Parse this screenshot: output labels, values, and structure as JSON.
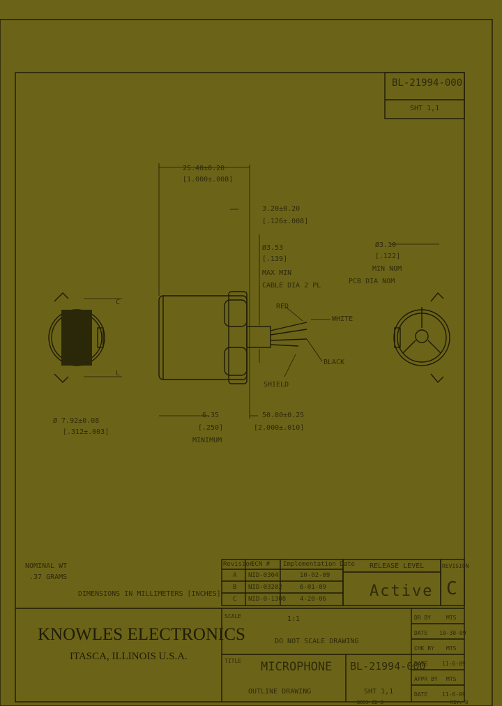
{
  "doc_number_top": "BL-21994-000",
  "sheet_top": "SHT 1,1",
  "dims": {
    "top_width_mm": "25.40±0.20",
    "top_width_in": "[1.000±.008]",
    "offset_mm": "3.20±0.20",
    "offset_in": "[.126±.008]",
    "wire_dia_mm": "Ø3.53",
    "wire_dia_in": "[.139]",
    "wire_dia_note1": "MAX MIN",
    "wire_dia_note2": "CABLE DIA 2 PL",
    "right_dia_mm": "Ø3.10",
    "right_dia_in": "[.122]",
    "right_dia_note1": "MIN NOM",
    "right_dia_note2": "PCB DIA NOM",
    "body_dia_mm": "Ø 7.92±0.08",
    "body_dia_in": "[.312±.003]",
    "lead_mm": "6.35",
    "lead_in": "[.250]",
    "lead_note": "MINIMUM",
    "length_mm": "50.80±0.25",
    "length_in": "[2.000±.010]"
  },
  "labels": {
    "red": "RED",
    "white": "WHITE",
    "black": "BLACK",
    "shield": "SHIELD",
    "center_mark1": "C",
    "center_mark2": "L"
  },
  "notes": {
    "nominal_wt": "NOMINAL WT",
    "weight": ".37 GRAMS",
    "dimensions": "DIMENSIONS IN MILLIMETERS [INCHES]"
  },
  "revision_table": {
    "headers": [
      "Revision",
      "ECN #",
      "Implementation Date"
    ],
    "rows": [
      [
        "A",
        "NID-0304",
        "10-02-09"
      ],
      [
        "B",
        "NID-03202",
        "6-01-09"
      ],
      [
        "C",
        "NID-0-1308",
        "4-20-06"
      ]
    ]
  },
  "release": {
    "label": "RELEASE LEVEL",
    "value": "Active",
    "rev_label": "REVISION",
    "rev_value": "C"
  },
  "company": {
    "name": "KNOWLES ELECTRONICS",
    "location": "ITASCA, ILLINOIS U.S.A."
  },
  "title_block": {
    "scale_label": "SCALE",
    "scale_value": "1:1",
    "not_to_scale": "DO NOT SCALE DRAWING",
    "title_label": "TITLE",
    "title": "MICROPHONE",
    "doc_number": "BL-21994-000",
    "subtitle": "OUTLINE DRAWING",
    "sheet": "SHT 1,1"
  },
  "signoff": [
    {
      "label": "DR BY",
      "value": "MTS"
    },
    {
      "label": "DATE",
      "value": "10-30-09"
    },
    {
      "label": "CHK BY",
      "value": "MTS"
    },
    {
      "label": "DATE",
      "value": "11-6-09"
    },
    {
      "label": "APPR BY",
      "value": "MTS"
    },
    {
      "label": "DATE",
      "value": "11-6-09"
    }
  ],
  "footer_left": "BOSS ZB B",
  "footer_right": "REV. B"
}
